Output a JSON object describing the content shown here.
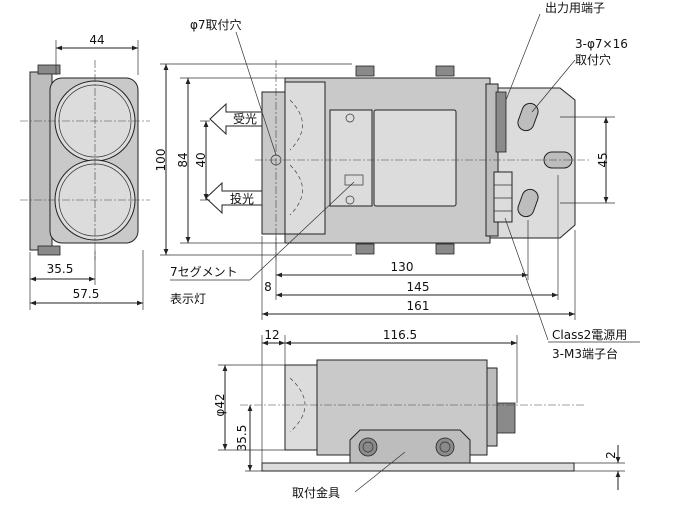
{
  "labels": {
    "hole_phi7": "φ7取付穴",
    "output_terminal": "出力用端子",
    "mount_holes_line1": "3-φ7×16",
    "mount_holes_line2": "取付穴",
    "receive": "受光",
    "emit": "投光",
    "segment_line1": "7セグメント",
    "segment_line2": "表示灯",
    "power_terminal_line1": "Class2電源用",
    "power_terminal_line2": "3-M3端子台",
    "bracket": "取付金具"
  },
  "dimensions": {
    "d44": "44",
    "d35_5_front": "35.5",
    "d57_5": "57.5",
    "d100": "100",
    "d84": "84",
    "d40": "40",
    "d45": "45",
    "d130": "130",
    "d8": "8",
    "d145": "145",
    "d161": "161",
    "d12": "12",
    "d116_5": "116.5",
    "d_phi42": "φ42",
    "d35_5_side": "35.5",
    "d2": "2"
  }
}
